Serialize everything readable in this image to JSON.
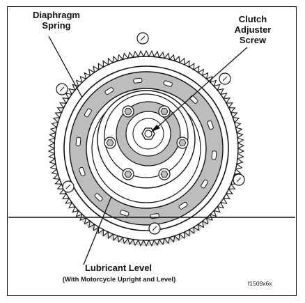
{
  "labels": {
    "diaphragm_spring": [
      "Diaphragm",
      "Spring"
    ],
    "clutch_adjuster_screw": [
      "Clutch",
      "Adjuster",
      "Screw"
    ],
    "lubricant_level": "Lubricant Level",
    "lubricant_level_note": "(With Motorcycle Upright and Level)",
    "figure_code": "f1509x6x"
  },
  "colors": {
    "line": "#111111",
    "shade": "#bdbdbd",
    "light_shade": "#d6d6d6",
    "background": "#ffffff"
  }
}
